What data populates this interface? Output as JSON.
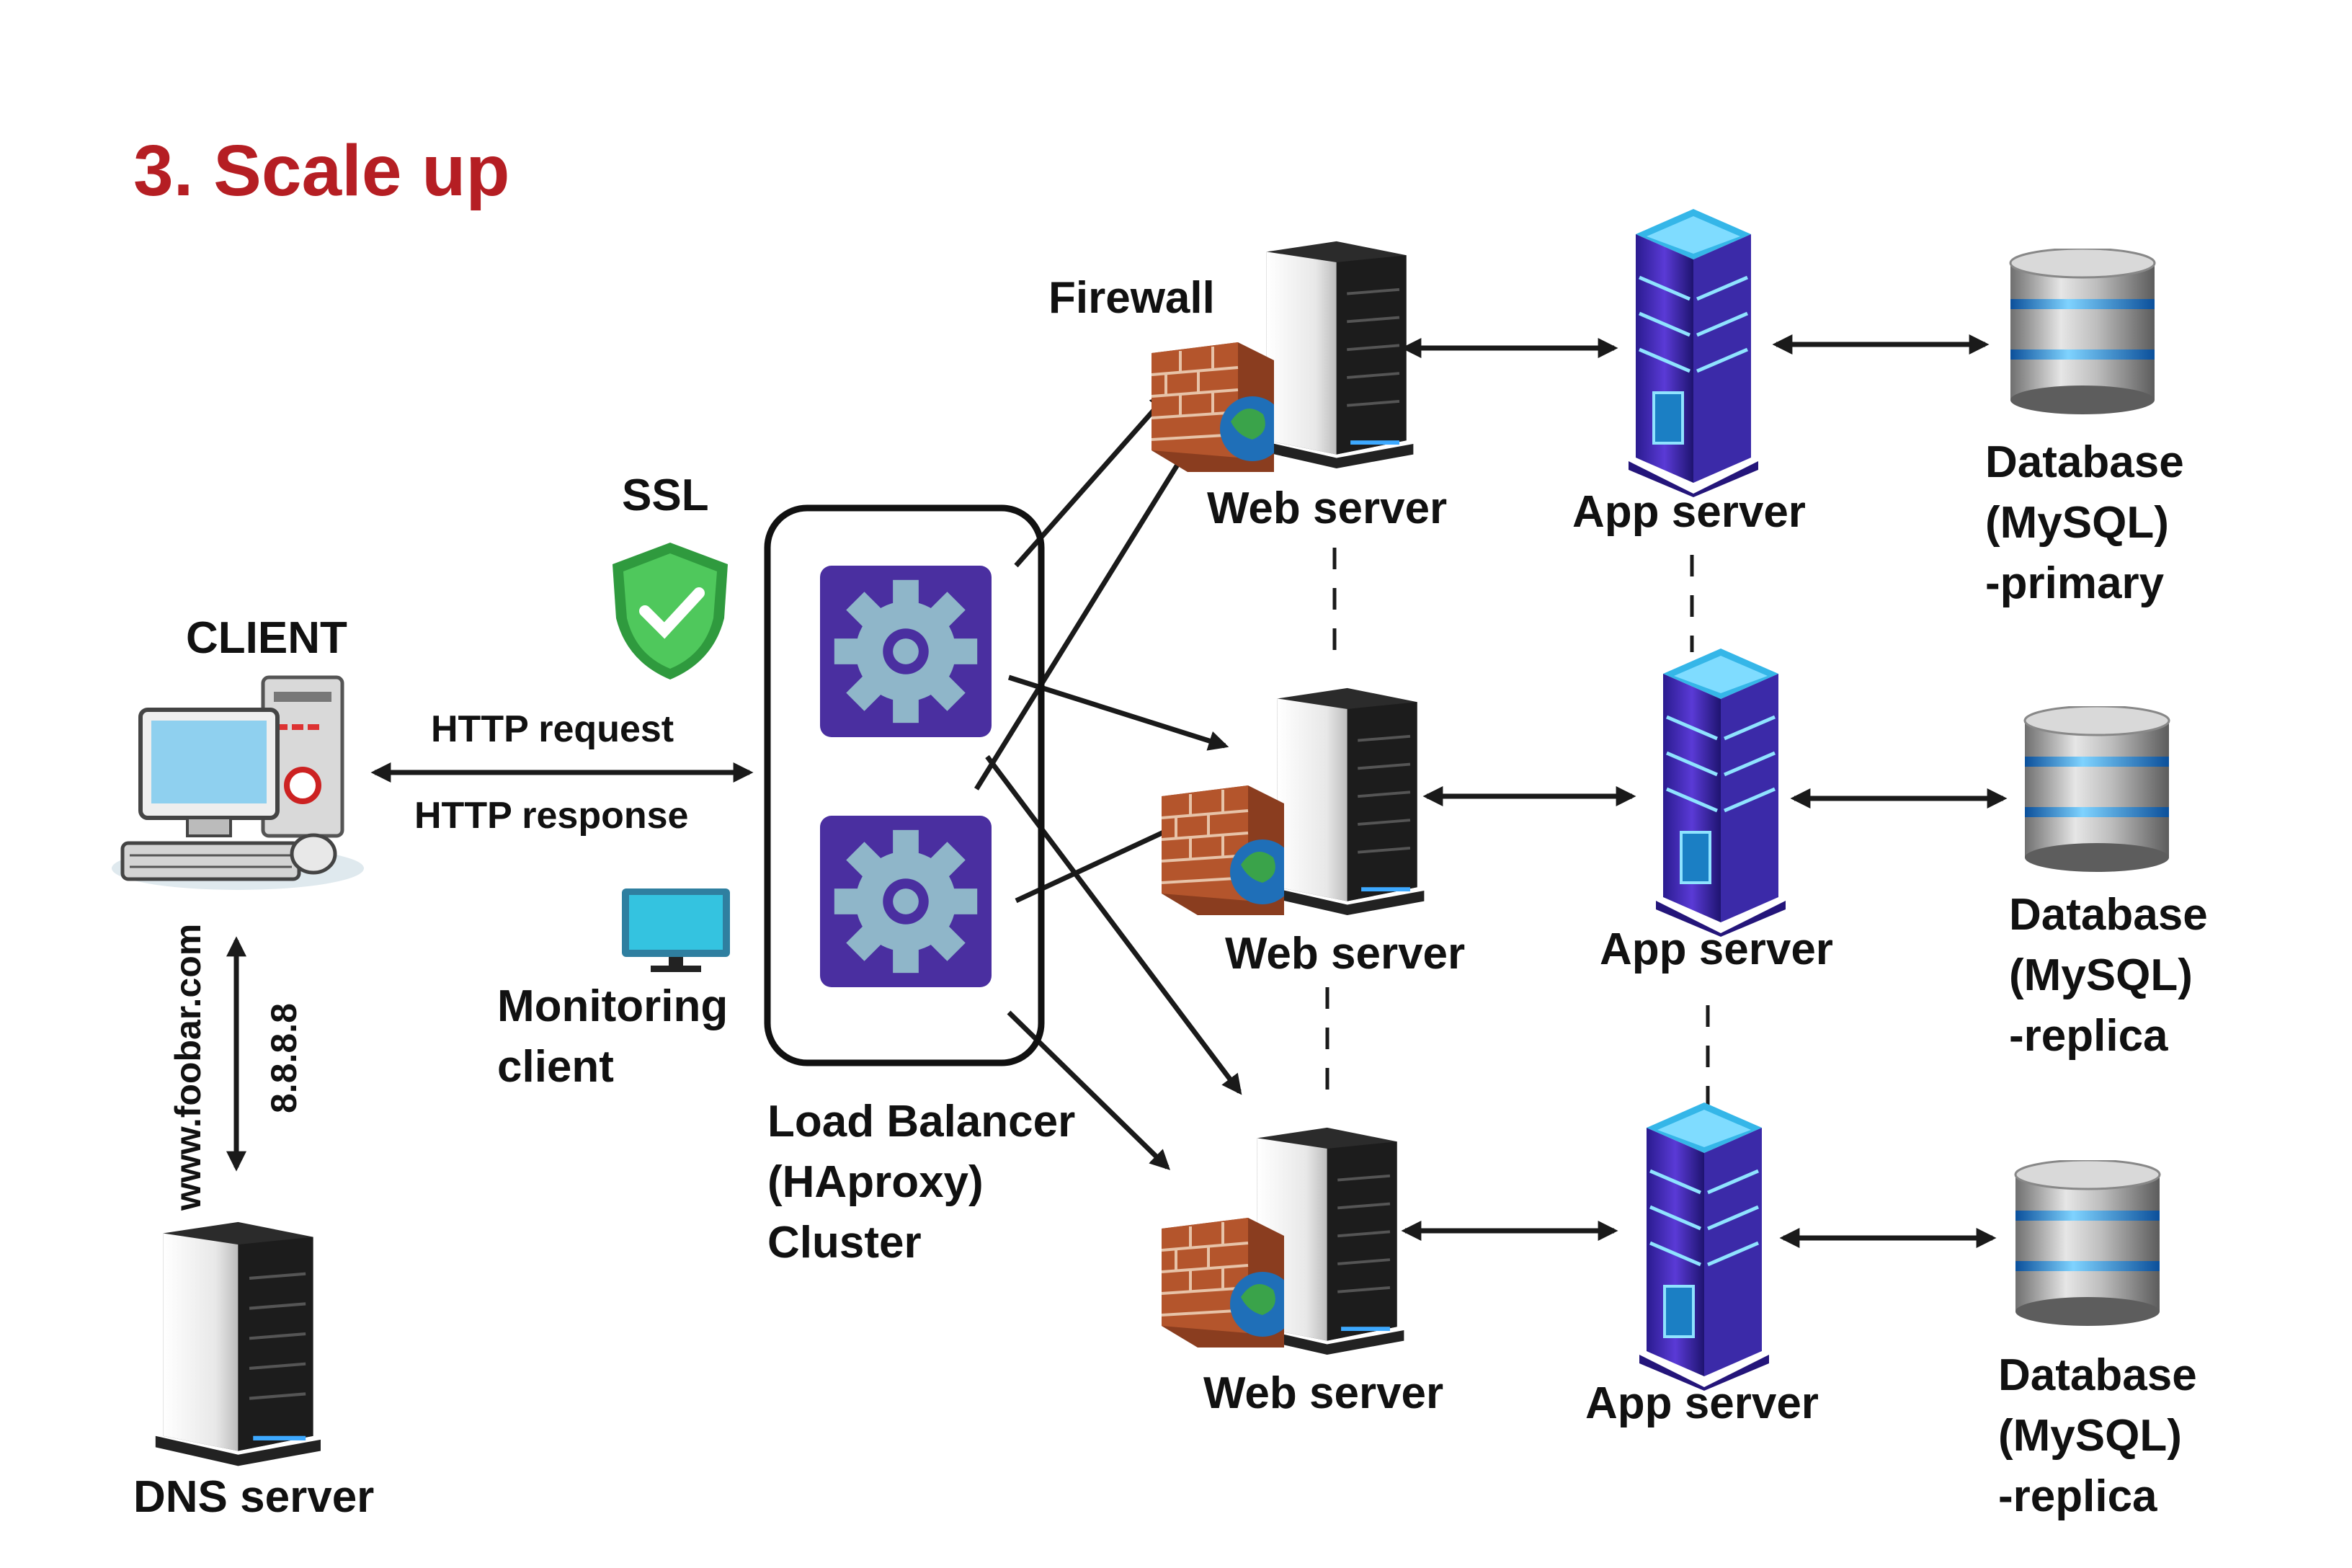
{
  "title": "3. Scale up",
  "client": {
    "label": "CLIENT"
  },
  "ssl": {
    "label": "SSL"
  },
  "http": {
    "request": "HTTP request",
    "response": "HTTP response"
  },
  "monitoring": {
    "line1": "Monitoring",
    "line2": "client"
  },
  "dns": {
    "label": "DNS server",
    "domain": "www.foobar.com",
    "ip": "8.8.8.8"
  },
  "load_balancer": {
    "line1": "Load Balancer",
    "line2": "(HAproxy)",
    "line3": "Cluster"
  },
  "firewall": {
    "label": "Firewall"
  },
  "rows": [
    {
      "web": "Web server",
      "app": "App server",
      "db_line1": "Database",
      "db_line2": "(MySQL)",
      "db_line3": "-primary"
    },
    {
      "web": "Web server",
      "app": "App server",
      "db_line1": "Database",
      "db_line2": "(MySQL)",
      "db_line3": "-replica"
    },
    {
      "web": "Web server",
      "app": "App server",
      "db_line1": "Database",
      "db_line2": "(MySQL)",
      "db_line3": "-replica"
    }
  ],
  "colors": {
    "title": "#b51e23",
    "lb_tile": "#4a2fa0",
    "gear": "#8fb6c9",
    "shield": "#3cb54a"
  }
}
